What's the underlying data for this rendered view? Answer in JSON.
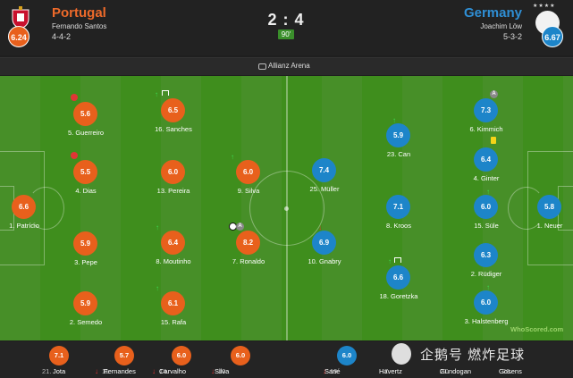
{
  "header": {
    "home": {
      "name": "Portugal",
      "coach": "Fernando Santos",
      "formation": "4-4-2",
      "rating": "6.24"
    },
    "away": {
      "name": "Germany",
      "coach": "Joachim Löw",
      "formation": "5-3-2",
      "rating": "6.67",
      "stars": "★★★★"
    },
    "score": "2 : 4",
    "minute": "90'"
  },
  "venue": "Allianz Arena",
  "home_players": [
    {
      "rating": "5.6",
      "label": "5. Guerreiro"
    },
    {
      "rating": "5.5",
      "label": "4. Dias"
    },
    {
      "rating": "6.6",
      "label": "1. Patrício"
    },
    {
      "rating": "5.9",
      "label": "3. Pepe"
    },
    {
      "rating": "5.9",
      "label": "2. Semedo"
    },
    {
      "rating": "6.5",
      "label": "16. Sanches"
    },
    {
      "rating": "6.0",
      "label": "13. Pereira"
    },
    {
      "rating": "6.4",
      "label": "8. Moutinho"
    },
    {
      "rating": "6.1",
      "label": "15. Rafa"
    },
    {
      "rating": "6.0",
      "label": "9. Silva"
    },
    {
      "rating": "8.2",
      "label": "7. Ronaldo"
    }
  ],
  "away_players": [
    {
      "rating": "7.4",
      "label": "25. Müller"
    },
    {
      "rating": "6.9",
      "label": "10. Gnabry"
    },
    {
      "rating": "5.9",
      "label": "23. Can"
    },
    {
      "rating": "7.1",
      "label": "8. Kroos"
    },
    {
      "rating": "6.6",
      "label": "18. Goretzka"
    },
    {
      "rating": "7.3",
      "label": "6. Kimmich"
    },
    {
      "rating": "6.4",
      "label": "4. Ginter"
    },
    {
      "rating": "6.0",
      "label": "15. Süle"
    },
    {
      "rating": "6.3",
      "label": "2. Rüdiger"
    },
    {
      "rating": "6.0",
      "label": "3. Halstenberg"
    },
    {
      "rating": "5.8",
      "label": "1. Neuer"
    }
  ],
  "bench": [
    {
      "rating": "7.1",
      "num": "21.",
      "name": "Jota"
    },
    {
      "rating": "5.7",
      "num": "11.",
      "name": "Fernandes"
    },
    {
      "rating": "6.0",
      "num": "14.",
      "name": "Carvalho"
    },
    {
      "rating": "6.0",
      "num": "10.",
      "name": "Silva"
    },
    {
      "rating": "6.0",
      "num": "19.",
      "name": "Sané"
    },
    {
      "rating": "",
      "num": "7.",
      "name": "Havertz"
    },
    {
      "rating": "",
      "num": "21.",
      "name": "Gündogan"
    },
    {
      "rating": "",
      "num": "20.",
      "name": "Gosens"
    }
  ],
  "branding": {
    "whoscored": "WhoScored.com",
    "watermark": "企鹅号 燃炸足球"
  },
  "colors": {
    "home": "#e8601c",
    "away": "#1d85c9",
    "pitch": "#3f8e1d"
  }
}
